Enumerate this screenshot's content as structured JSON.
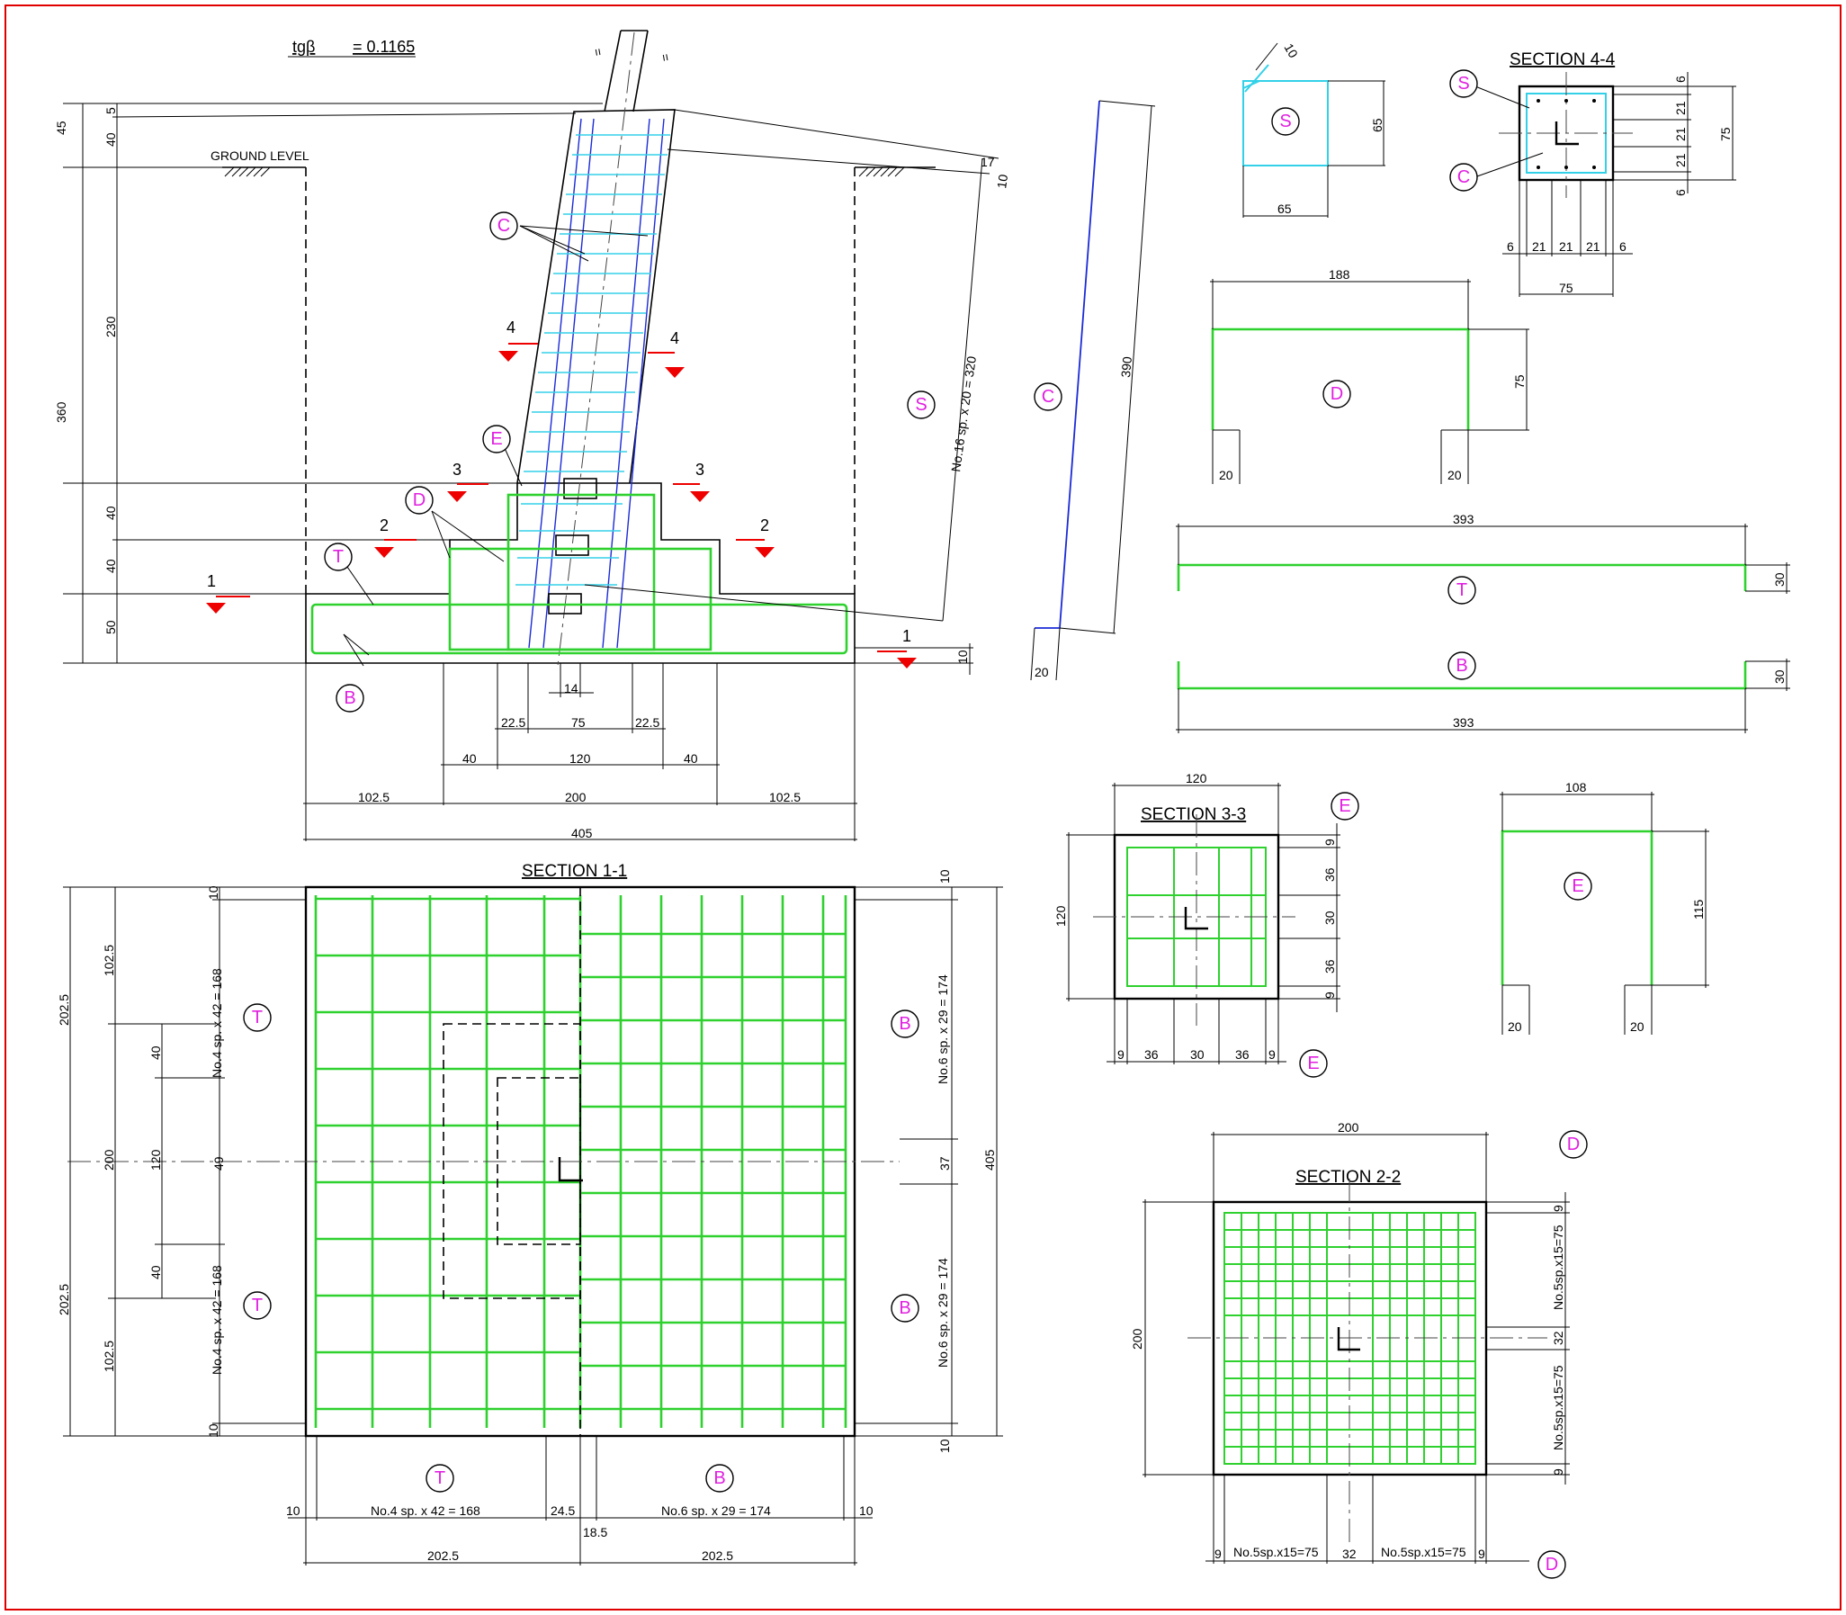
{
  "main_view": {
    "tg_label": "tgβ",
    "tg_value": "= 0.1165",
    "ground_level": "GROUND LEVEL",
    "left_dims": [
      "45",
      "40",
      "5",
      "230",
      "360",
      "40",
      "40",
      "50"
    ],
    "right_dims": [
      "17",
      "10",
      "10"
    ],
    "stirrup_note": "No.16 sp. x 20 = 320",
    "bottom_dims": [
      "14",
      "22.5",
      "75",
      "22.5",
      "40",
      "120",
      "40",
      "102.5",
      "200",
      "102.5",
      "405"
    ],
    "break_marks": [
      "=",
      "="
    ]
  },
  "section_cuts": [
    "1",
    "1",
    "2",
    "2",
    "3",
    "3",
    "4",
    "4"
  ],
  "bubbles": {
    "c": "C",
    "e": "E",
    "d": "D",
    "t": "T",
    "b": "B",
    "s": "S"
  },
  "section_1_1": {
    "title": "SECTION 1-1",
    "left_dims": [
      "202.5",
      "102.5",
      "40",
      "200",
      "120",
      "49",
      "40",
      "202.5",
      "102.5",
      "10",
      "10"
    ],
    "right_dims": [
      "10",
      "37",
      "405",
      "10"
    ],
    "top_note": "No.4 sp. x 42 = 168",
    "bottom_note_right": "No.6 sp. x 29 = 174",
    "bottom_dims": [
      "10",
      "24.5",
      "10",
      "18.5",
      "202.5",
      "202.5"
    ]
  },
  "shape_s": {
    "dims": [
      "10",
      "65",
      "65"
    ]
  },
  "shape_c": {
    "dims": [
      "390",
      "20"
    ]
  },
  "section_4_4": {
    "title": "SECTION 4-4",
    "right_dims": [
      "6",
      "21",
      "21",
      "21",
      "6",
      "75"
    ],
    "bottom_dims": [
      "6",
      "21",
      "21",
      "21",
      "6",
      "75"
    ]
  },
  "shape_d": {
    "dims": [
      "188",
      "75",
      "20",
      "20"
    ]
  },
  "shape_t": {
    "dims": [
      "393",
      "30"
    ]
  },
  "shape_b": {
    "dims": [
      "393",
      "30"
    ]
  },
  "section_3_3": {
    "title": "SECTION 3-3",
    "top_dim": "120",
    "left_dim": "120",
    "right_dims": [
      "9",
      "36",
      "30",
      "36",
      "9"
    ],
    "bottom_dims": [
      "9",
      "36",
      "30",
      "36",
      "9"
    ]
  },
  "shape_e": {
    "dims": [
      "108",
      "115",
      "20",
      "20"
    ]
  },
  "section_2_2": {
    "title": "SECTION 2-2",
    "top_dim": "200",
    "left_dim": "200",
    "right_dims": [
      "9",
      "No.5sp.x15=75",
      "32",
      "No.5sp.x15=75",
      "9"
    ],
    "bottom_dims": [
      "9",
      "No.5sp.x15=75",
      "32",
      "No.5sp.x15=75",
      "9"
    ]
  },
  "colors": {
    "frame": "#e00000",
    "rebar": "#2fd12f",
    "ties": "#33d1e8",
    "column_bars": "#1b2bd6",
    "labels": "#e020e0",
    "cut_marks": "#e00000"
  }
}
